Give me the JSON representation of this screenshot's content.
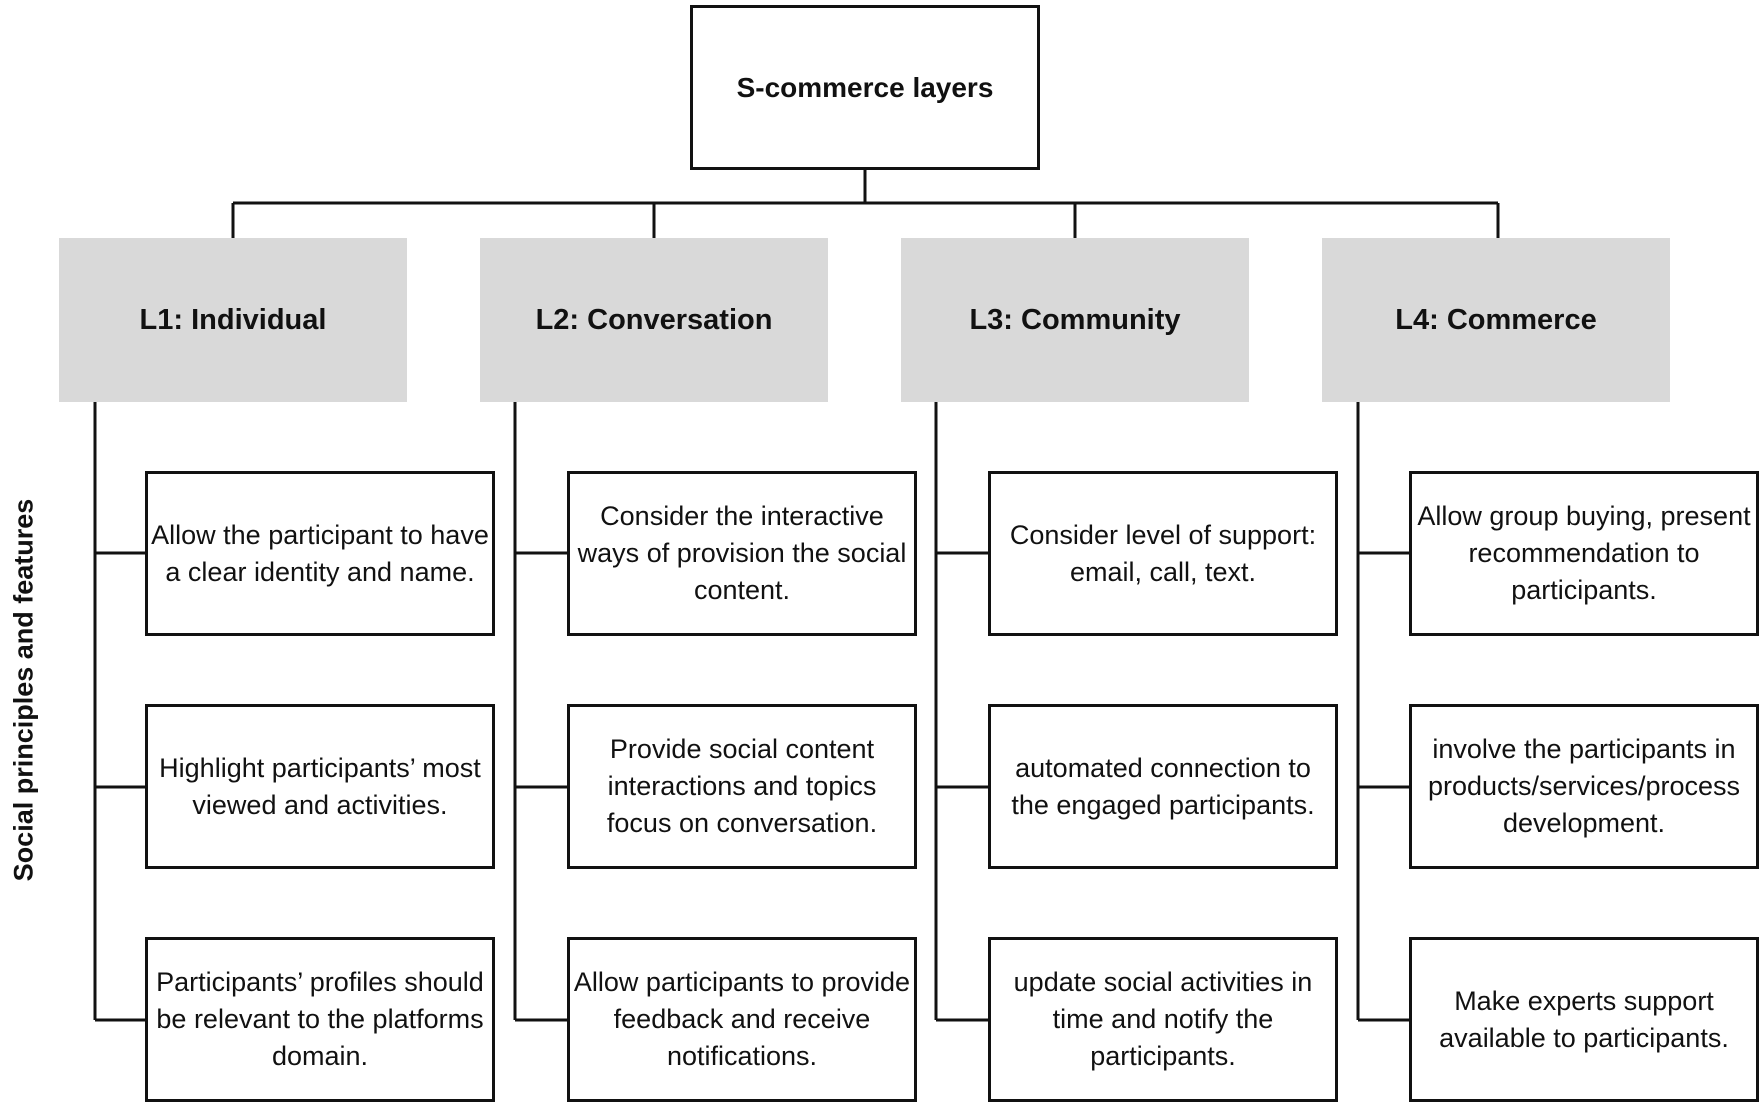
{
  "root": {
    "label": "S-commerce layers"
  },
  "side_label": "Social principles and features",
  "layers": [
    {
      "label": "L1: Individual",
      "features": [
        "Allow the participant to have a clear identity and name.",
        "Highlight participants’ most viewed and activities.",
        "Participants’ profiles should be relevant to the platforms domain."
      ]
    },
    {
      "label": "L2: Conversation",
      "features": [
        "Consider the interactive ways of provision the social content.",
        "Provide social content interactions and topics focus on conversation.",
        "Allow participants to provide feedback and receive notifications."
      ]
    },
    {
      "label": "L3: Community",
      "features": [
        "Consider level of support: email, call, text.",
        "automated connection to the engaged participants.",
        "update social activities in time and notify the participants."
      ]
    },
    {
      "label": "L4: Commerce",
      "features": [
        "Allow group buying, present recommendation to participants.",
        "involve the participants in products/services/process development.",
        "Make experts support available to participants."
      ]
    }
  ]
}
